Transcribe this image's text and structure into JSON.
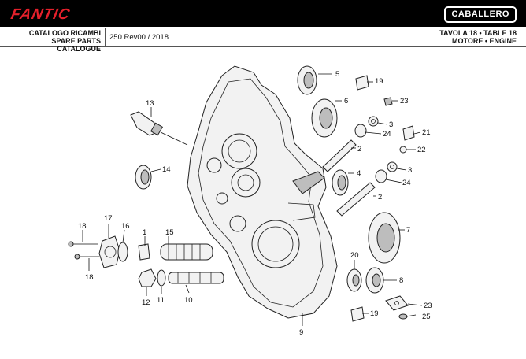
{
  "header": {
    "brand": "FANTIC",
    "model": "CABALLERO",
    "catalogue_it": "CATALOGO RICAMBI",
    "catalogue_en": "SPARE PARTS CATALOGUE",
    "revision": "250 Rev00 / 2018",
    "table_title": "TAVOLA 18 • TABLE 18",
    "group": "MOTORE • ENGINE"
  },
  "colors": {
    "brand_red": "#e4202b",
    "header_bg": "#000000"
  },
  "callouts": {
    "c1": "1",
    "c2a": "2",
    "c2b": "2",
    "c3a": "3",
    "c3b": "3",
    "c4": "4",
    "c5": "5",
    "c6": "6",
    "c7": "7",
    "c8": "8",
    "c9": "9",
    "c10": "10",
    "c11": "11",
    "c12": "12",
    "c13": "13",
    "c14": "14",
    "c15": "15",
    "c16": "16",
    "c17": "17",
    "c18a": "18",
    "c18b": "18",
    "c19a": "19",
    "c19b": "19",
    "c20": "20",
    "c21": "21",
    "c22": "22",
    "c23a": "23",
    "c23b": "23",
    "c24a": "24",
    "c24b": "24",
    "c25": "25"
  }
}
